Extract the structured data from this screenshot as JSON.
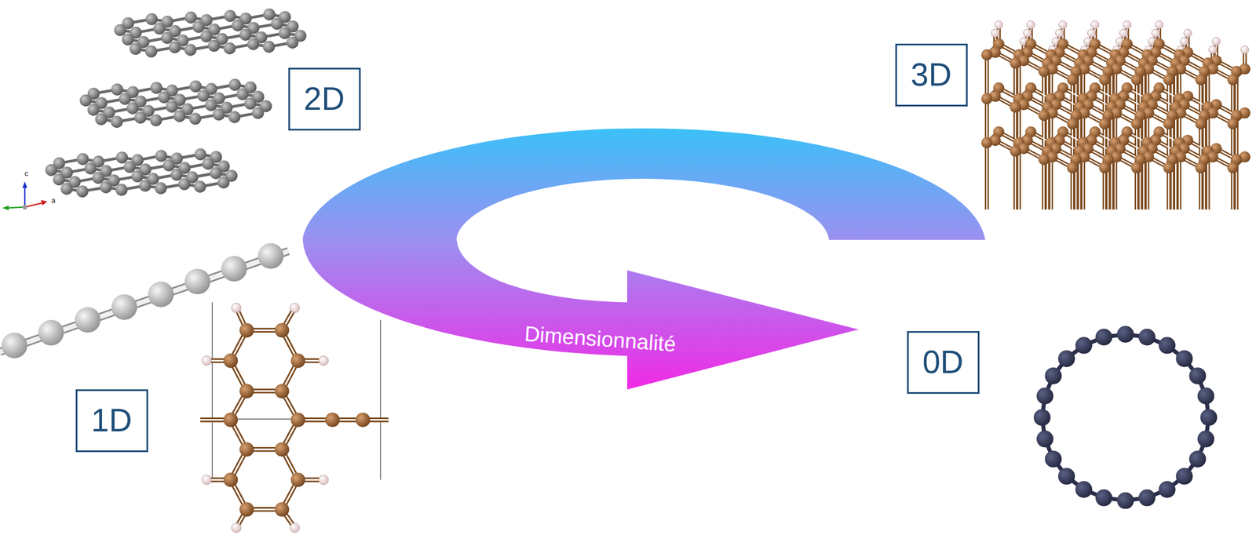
{
  "diagram": {
    "nodes": [
      {
        "text": [
          "2D"
        ]
      },
      {
        "text": [
          "3D"
        ]
      },
      {
        "text": [
          "1D"
        ]
      },
      {
        "text": [
          "0D"
        ]
      }
    ],
    "labels": [
      "Dimensionnalité",
      "c",
      "a"
    ]
  }
}
